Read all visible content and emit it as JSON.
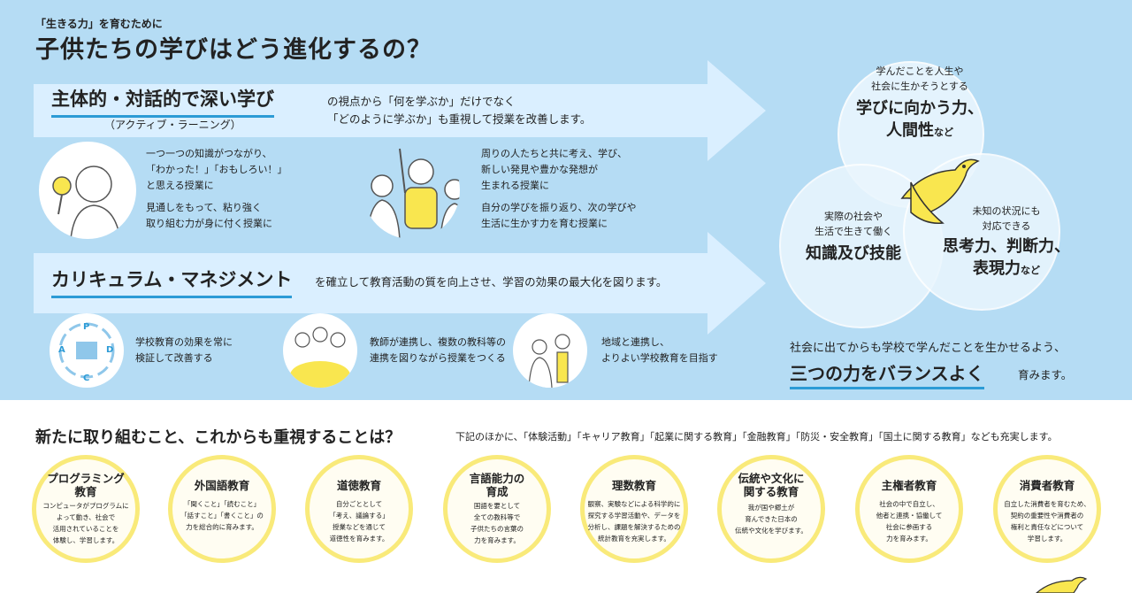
{
  "header": {
    "pre_title": "「生きる力」を育むために",
    "title": "子供たちの学びはどう進化するの？"
  },
  "section1": {
    "title": "主体的・対話的で深い学び",
    "subtitle": "（アクティブ・ラーニング）",
    "desc_line1": "の視点から「何を学ぶか」だけでなく",
    "desc_line2": "「どのように学ぶか」も重視して授業を改善します。",
    "block1_lines": [
      "一つ一つの知識がつながり、",
      "「わかった！」「おもしろい！」",
      "と思える授業に"
    ],
    "block2_lines": [
      "見通しをもって、粘り強く",
      "取り組む力が身に付く授業に"
    ],
    "block3_lines": [
      "周りの人たちと共に考え、学び、",
      "新しい発見や豊かな発想が",
      "生まれる授業に"
    ],
    "block4_lines": [
      "自分の学びを振り返り、次の学びや",
      "生活に生かす力を育む授業に"
    ]
  },
  "section2": {
    "title": "カリキュラム・マネジメント",
    "desc": "を確立して教育活動の質を向上させ、学習の効果の最大化を図ります。",
    "pdca_letters": [
      "P",
      "D",
      "C",
      "A"
    ],
    "item1_lines": [
      "学校教育の効果を常に",
      "検証して改善する"
    ],
    "item2_lines": [
      "教師が連携し、複数の教科等の",
      "連携を図りながら授業をつくる"
    ],
    "item3_lines": [
      "地域と連携し、",
      "よりよい学校教育を目指す"
    ]
  },
  "venn": {
    "top_small_lines": [
      "学んだことを人生や",
      "社会に生かそうとする"
    ],
    "top_big_lines": [
      "学びに向かう力、",
      "人間性"
    ],
    "top_suffix": "など",
    "left_small_lines": [
      "実際の社会や",
      "生活で生きて働く"
    ],
    "left_big": "知識及び技能",
    "right_small_lines": [
      "未知の状況にも",
      "対応できる"
    ],
    "right_big_lines": [
      "思考力、判断力、",
      "表現力"
    ],
    "right_suffix": "など"
  },
  "balance": {
    "line1": "社会に出てからも学校で学んだことを生かせるよう、",
    "line2": "三つの力をバランスよく",
    "line2_tail": "育みます。"
  },
  "bottom": {
    "title": "新たに取り組むこと、これからも重視することは？",
    "desc": "下記のほかに、「体験活動」「キャリア教育」「起業に関する教育」「金融教育」「防災・安全教育」「国土に関する教育」なども充実します。",
    "items": [
      {
        "title_lines": [
          "プログラミング",
          "教育"
        ],
        "body_lines": [
          "コンピュータがプログラムに",
          "よって動き、社会で",
          "活用されていることを",
          "体験し、学習します。"
        ]
      },
      {
        "title_lines": [
          "外国語教育"
        ],
        "body_lines": [
          "「聞くこと」「読むこと」",
          "「話すこと」「書くこと」の",
          "力を総合的に育みます。"
        ]
      },
      {
        "title_lines": [
          "道徳教育"
        ],
        "body_lines": [
          "自分ごととして",
          "「考え、議論する」",
          "授業などを通じて",
          "道徳性を育みます。"
        ]
      },
      {
        "title_lines": [
          "言語能力の",
          "育成"
        ],
        "body_lines": [
          "国語を要として",
          "全ての教科等で",
          "子供たちの言葉の",
          "力を育みます。"
        ]
      },
      {
        "title_lines": [
          "理数教育"
        ],
        "body_lines": [
          "観察、実験などによる科学的に",
          "探究する学習活動や、データを",
          "分析し、課題を解決するための",
          "統計教育を充実します。"
        ]
      },
      {
        "title_lines": [
          "伝統や文化に",
          "関する教育"
        ],
        "body_lines": [
          "我が国や郷土が",
          "育んできた日本の",
          "伝統や文化を学びます。"
        ]
      },
      {
        "title_lines": [
          "主権者教育"
        ],
        "body_lines": [
          "社会の中で自立し、",
          "他者と連携・協働して",
          "社会に参画する",
          "力を育みます。"
        ]
      },
      {
        "title_lines": [
          "消費者教育"
        ],
        "body_lines": [
          "自立した消費者を育むため、",
          "契約の重要性や消費者の",
          "権利と責任などについて",
          "学習します。"
        ]
      }
    ]
  },
  "colors": {
    "top_bg": "#b5dcf4",
    "arrow": "#dcefff",
    "venn_circle": "#e6f4fd",
    "accent_blue": "#2c9bd6",
    "yellow": "#f9e64f"
  }
}
